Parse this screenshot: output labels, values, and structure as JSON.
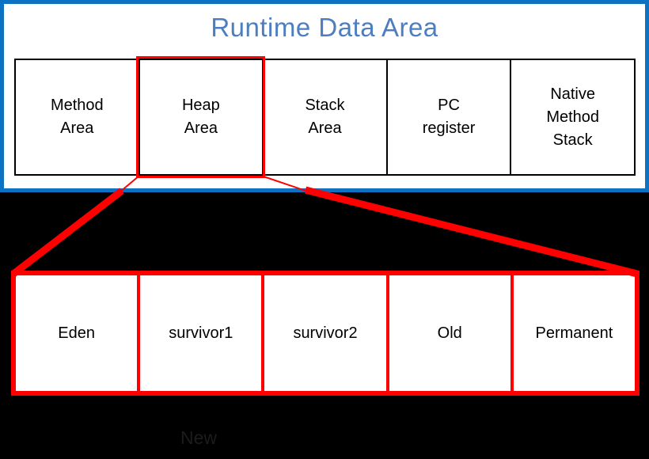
{
  "title": "Runtime Data Area",
  "runtime_row": {
    "cells": [
      {
        "label": "Method\nArea"
      },
      {
        "label": "Heap\nArea",
        "highlighted": true
      },
      {
        "label": "Stack\nArea"
      },
      {
        "label": "PC\nregister"
      },
      {
        "label": "Native\nMethod\nStack"
      }
    ]
  },
  "heap_row": {
    "cells": [
      {
        "label": "Eden"
      },
      {
        "label": "survivor1"
      },
      {
        "label": "survivor2"
      },
      {
        "label": "Old"
      },
      {
        "label": "Permanent"
      }
    ]
  },
  "footer": {
    "generation_label": "New"
  },
  "colors": {
    "frame_blue": "#0e72c2",
    "title_blue": "#4d7ebf",
    "highlight_red": "#ff0000",
    "background_black": "#000000",
    "panel_white": "#ffffff",
    "text_black": "#000000",
    "faint_label_gray": "#1c1c1c"
  }
}
